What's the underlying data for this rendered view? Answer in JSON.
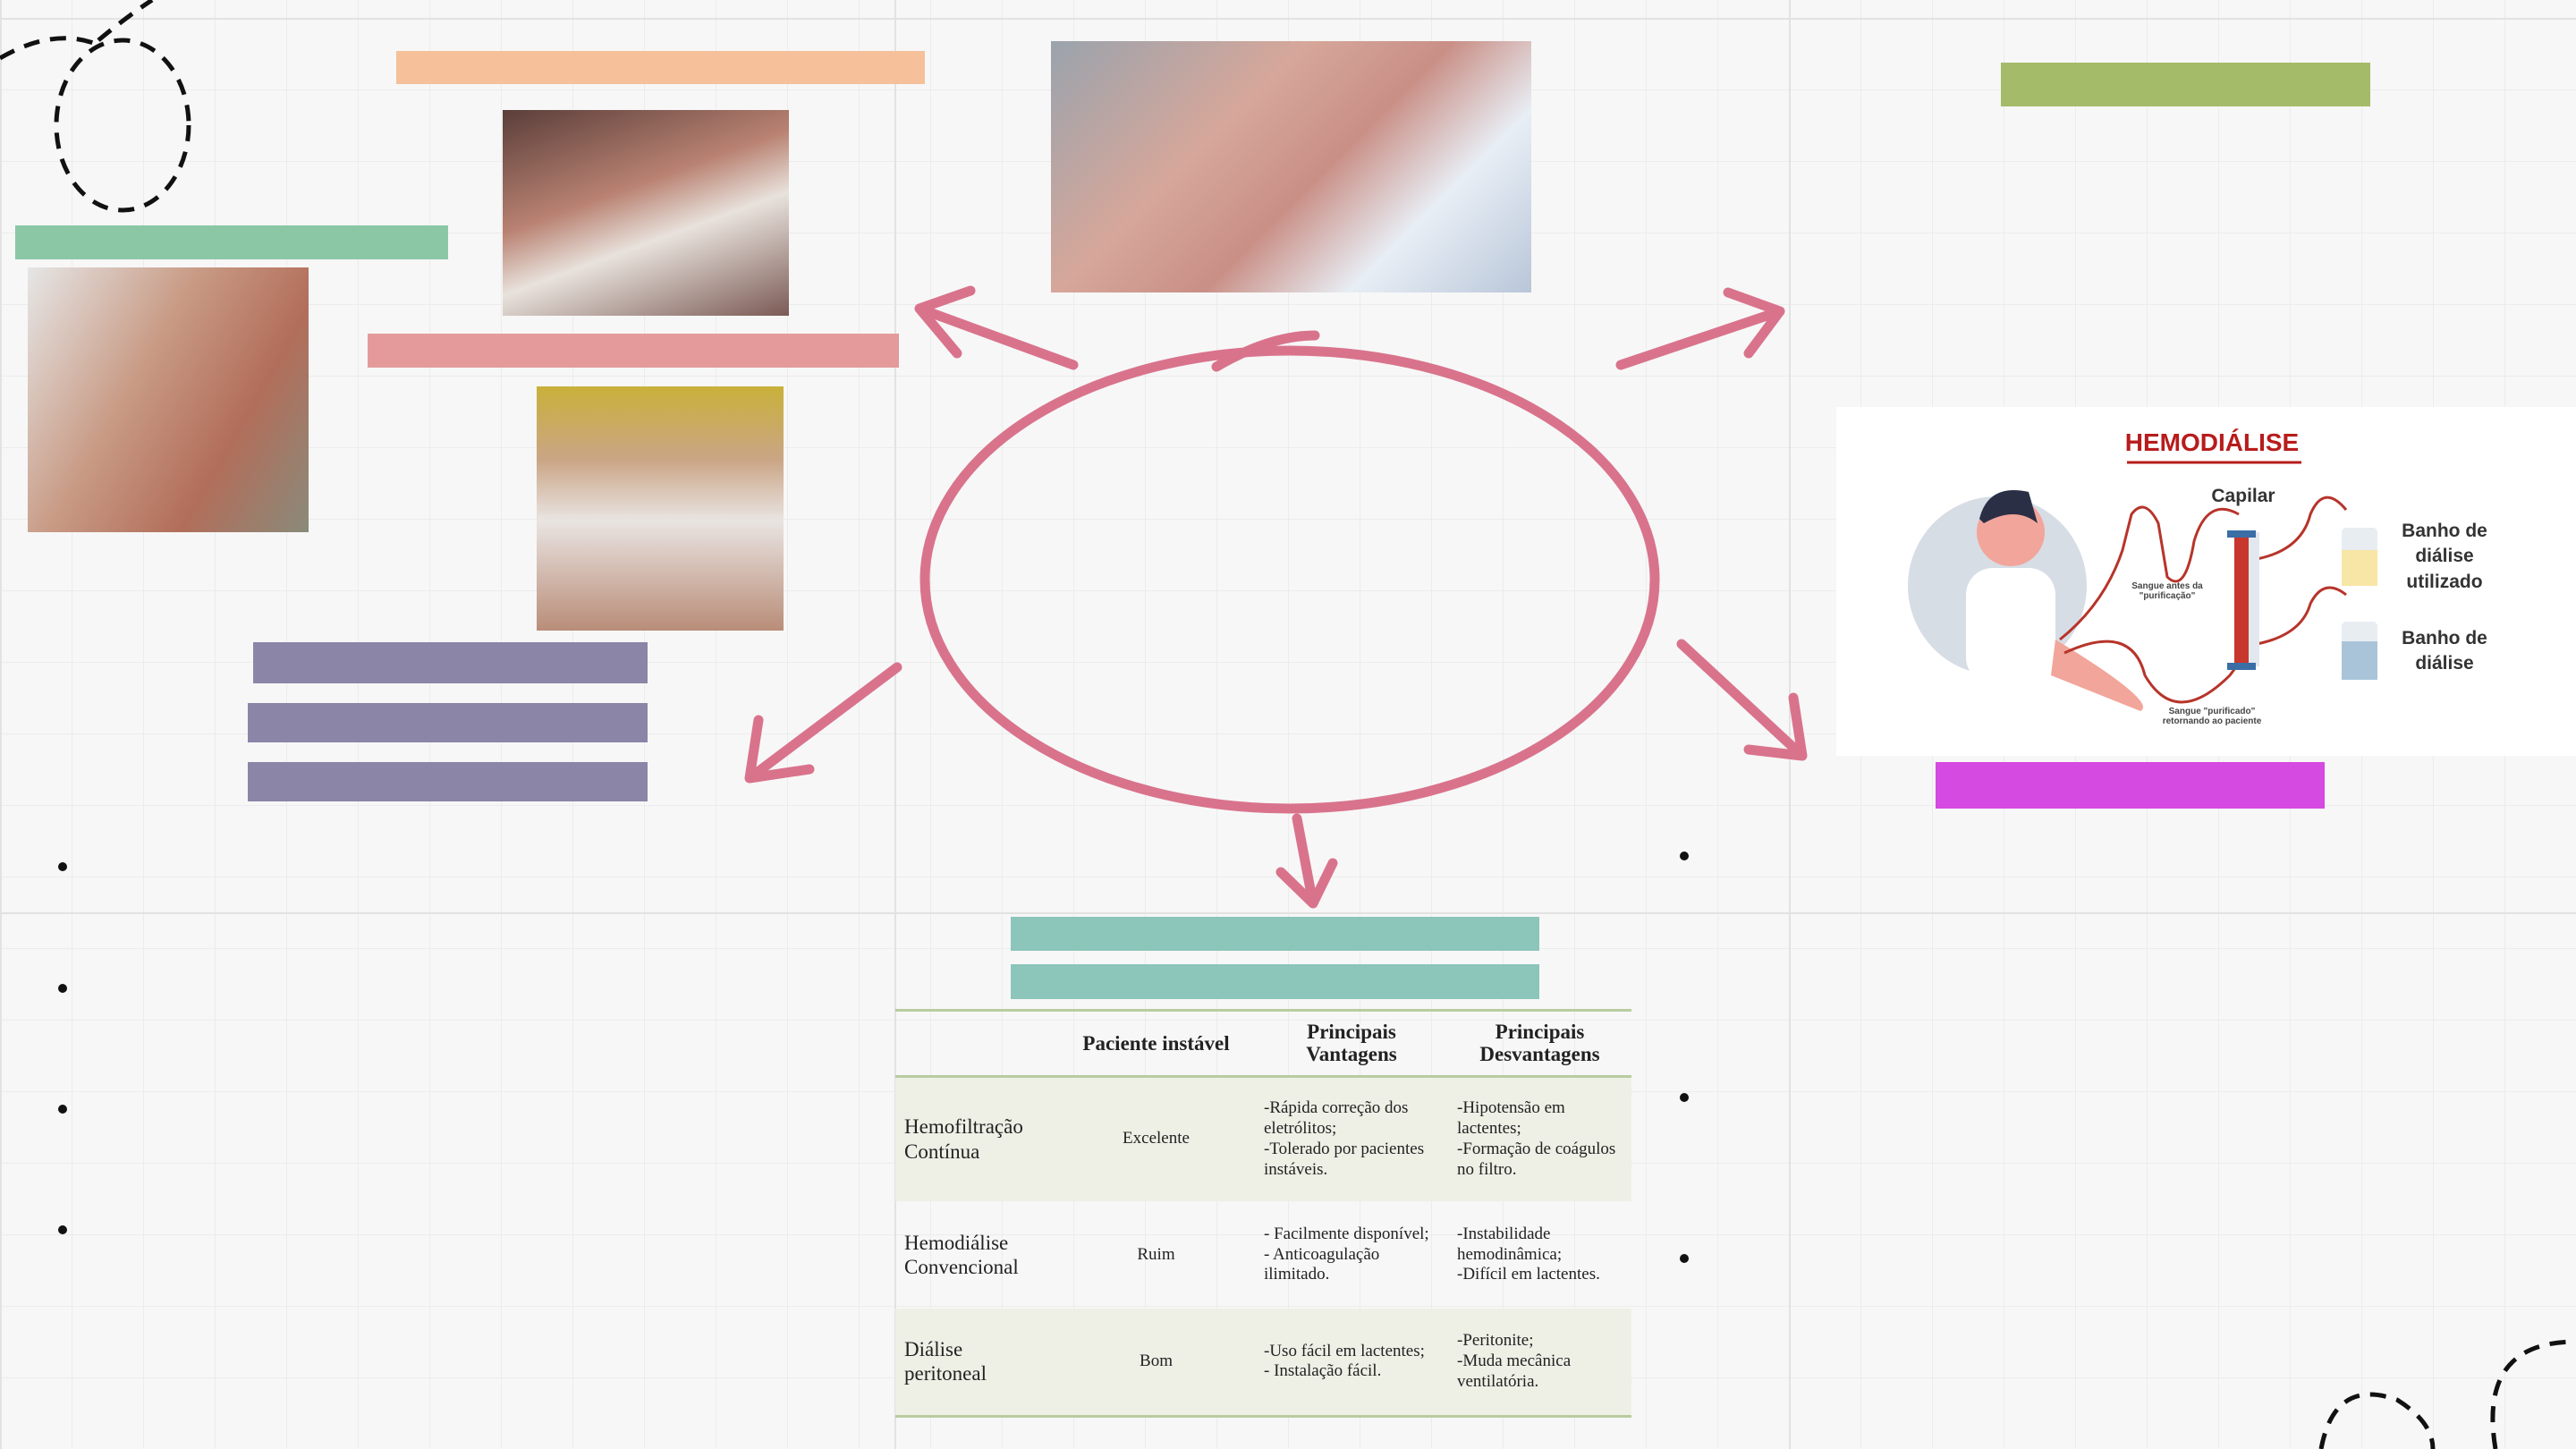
{
  "colors": {
    "orange": "#f5c09a",
    "olive": "#a4bb6a",
    "mint": "#8cc7a5",
    "rose": "#e49a9a",
    "purple": "#8b85a8",
    "magenta": "#d54ae0",
    "teal": "#8cc5b9",
    "ellipse": "#d9738c"
  },
  "photos": [
    "dialysis-arm-catheter-photo",
    "dialysis-tubing-arm-photo",
    "neck-catheter-photo",
    "peritoneal-catheter-abdomen-photo"
  ],
  "diagram": {
    "title": "HEMODIÁLISE",
    "capilar": "Capilar",
    "before": "Sangue antes da \"purificação\"",
    "after": "Sangue \"purificado\" retornando ao paciente",
    "used_bath": "Banho de diálise utilizado",
    "bath": "Banho de diálise"
  },
  "table": {
    "headers": [
      "",
      "Paciente instável",
      "Principais Vantagens",
      "Principais Desvantagens"
    ],
    "rows": [
      {
        "name": "Hemofiltração Contínua",
        "stability": "Excelente",
        "pros": "-Rápida correção dos eletrólitos;\n-Tolerado por pacientes instáveis.",
        "cons": "-Hipotensão em lactentes;\n-Formação de coágulos no filtro."
      },
      {
        "name": "Hemodiálise Convencional",
        "stability": "Ruim",
        "pros": "- Facilmente disponível;\n- Anticoagulação ilimitado.",
        "cons": "-Instabilidade hemodinâmica;\n-Difícil em lactentes."
      },
      {
        "name": "Diálise peritoneal",
        "stability": "Bom",
        "pros": "-Uso fácil em lactentes;\n- Instalação fácil.",
        "cons": "-Peritonite;\n-Muda mecânica ventilatória."
      }
    ]
  }
}
